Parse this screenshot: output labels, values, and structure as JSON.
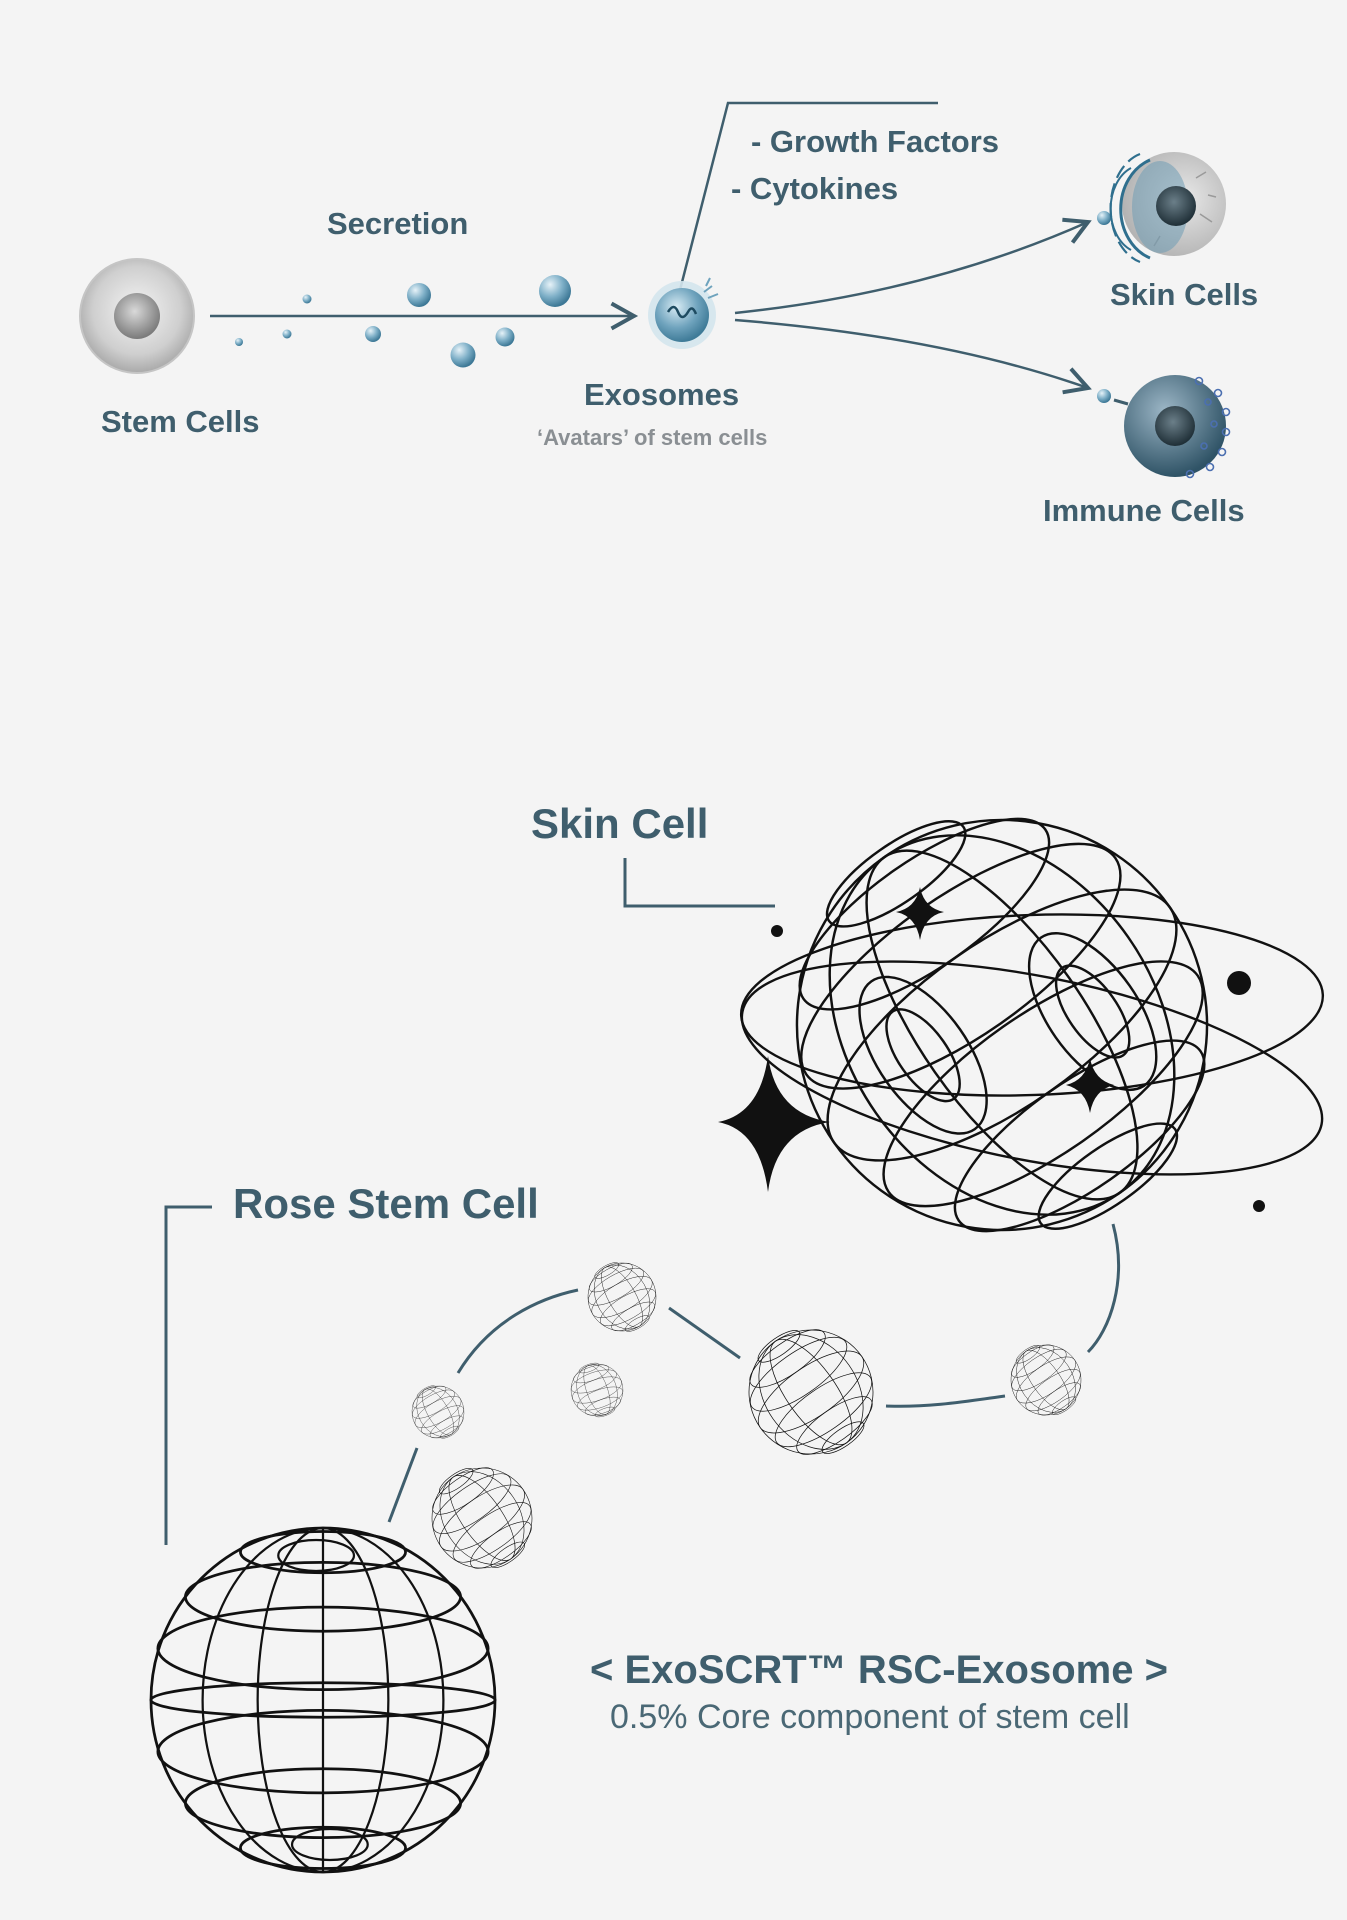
{
  "top_diagram": {
    "secretion_label": "Secretion",
    "stem_cells_label": "Stem Cells",
    "factors": [
      "- Growth Factors",
      "- Cytokines"
    ],
    "exosomes_label": "Exosomes",
    "exosomes_sub": "‘Avatars’ of stem cells",
    "skin_cells_label": "Skin Cells",
    "immune_cells_label": "Immune Cells"
  },
  "bottom_diagram": {
    "skin_cell_label": "Skin Cell",
    "rose_stem_cell_label": "Rose Stem Cell",
    "product_title": "< ExoSCRT™ RSC-Exosome >",
    "product_caption": "0.5% Core component of stem cell"
  },
  "colors": {
    "accent": "#3f5e6d",
    "line": "#3f5e6d",
    "muted_text": "#8a8f93",
    "background": "#f4f4f4"
  }
}
